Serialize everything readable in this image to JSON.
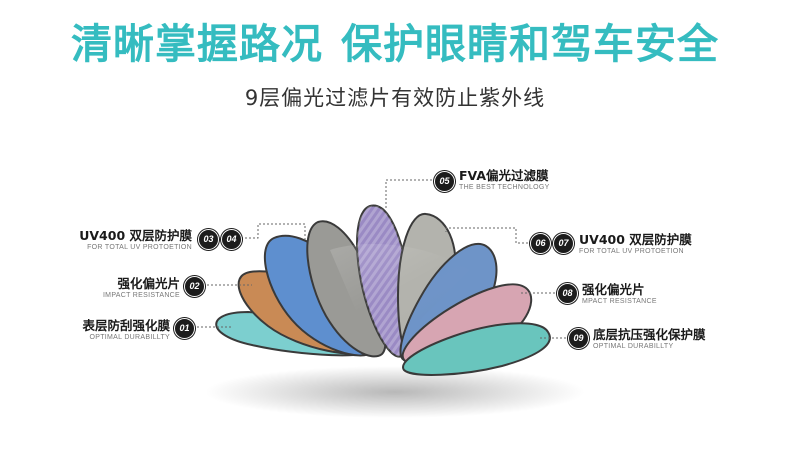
{
  "header": {
    "title_part1": "清晰掌握路况",
    "title_part2": "保护眼睛和驾车安全",
    "subtitle": "9层偏光过滤片有效防止紫外线"
  },
  "colors": {
    "title": "#35bcc0",
    "badge": "#1c1c1c"
  },
  "layers": [
    {
      "badge": "01",
      "name": "表层防刮强化膜",
      "sub": "OPTIMAL DURABILLTY",
      "color": "#7ccfcf"
    },
    {
      "badge": "02",
      "name": "强化偏光片",
      "sub": "IMPACT RESISTANCE",
      "color": "#c98a55"
    },
    {
      "badge": "03",
      "name": "UV400 双层防护膜",
      "sub": "FOR TOTAL UV PROTOETION",
      "color": "#5e8fcf"
    },
    {
      "badge": "04",
      "name": "UV400 双层防护膜",
      "sub": "FOR TOTAL UV PROTOETION",
      "color": "#9a9a96"
    },
    {
      "badge": "05",
      "name": "FVA偏光过滤膜",
      "sub": "THE BEST TECHNOLOGY",
      "color": "#9a8ac4"
    },
    {
      "badge": "06",
      "name": "UV400 双层防护膜",
      "sub": "FOR TOTAL UV PROTOETION",
      "color": "#b3b3ad"
    },
    {
      "badge": "07",
      "name": "UV400 双层防护膜",
      "sub": "FOR TOTAL UV PROTOETION",
      "color": "#6e94c8"
    },
    {
      "badge": "08",
      "name": "强化偏光片",
      "sub": "MPACT RESISTANCE",
      "color": "#d7a5b2"
    },
    {
      "badge": "09",
      "name": "底层抗压强化保护膜",
      "sub": "OPTIMAL DURABILLTY",
      "color": "#69c5bd"
    }
  ]
}
